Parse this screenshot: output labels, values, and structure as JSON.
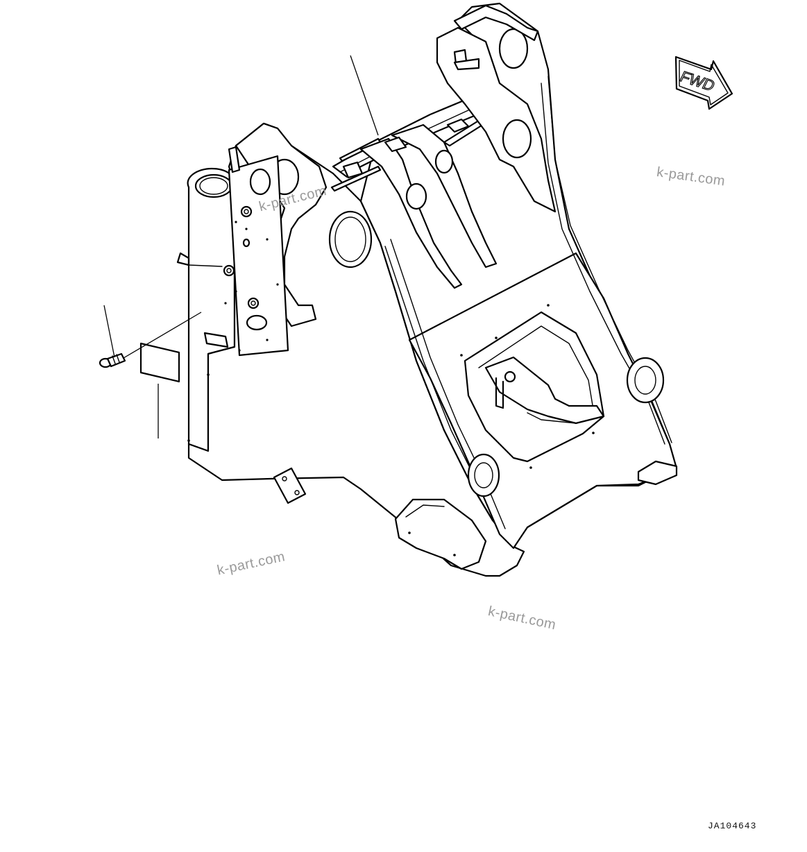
{
  "drawing_number": "JA104643",
  "fwd_label": "FWD",
  "watermarks": [
    "k-part.com",
    "k-part.com",
    "k-part.com",
    "k-part.com"
  ]
}
